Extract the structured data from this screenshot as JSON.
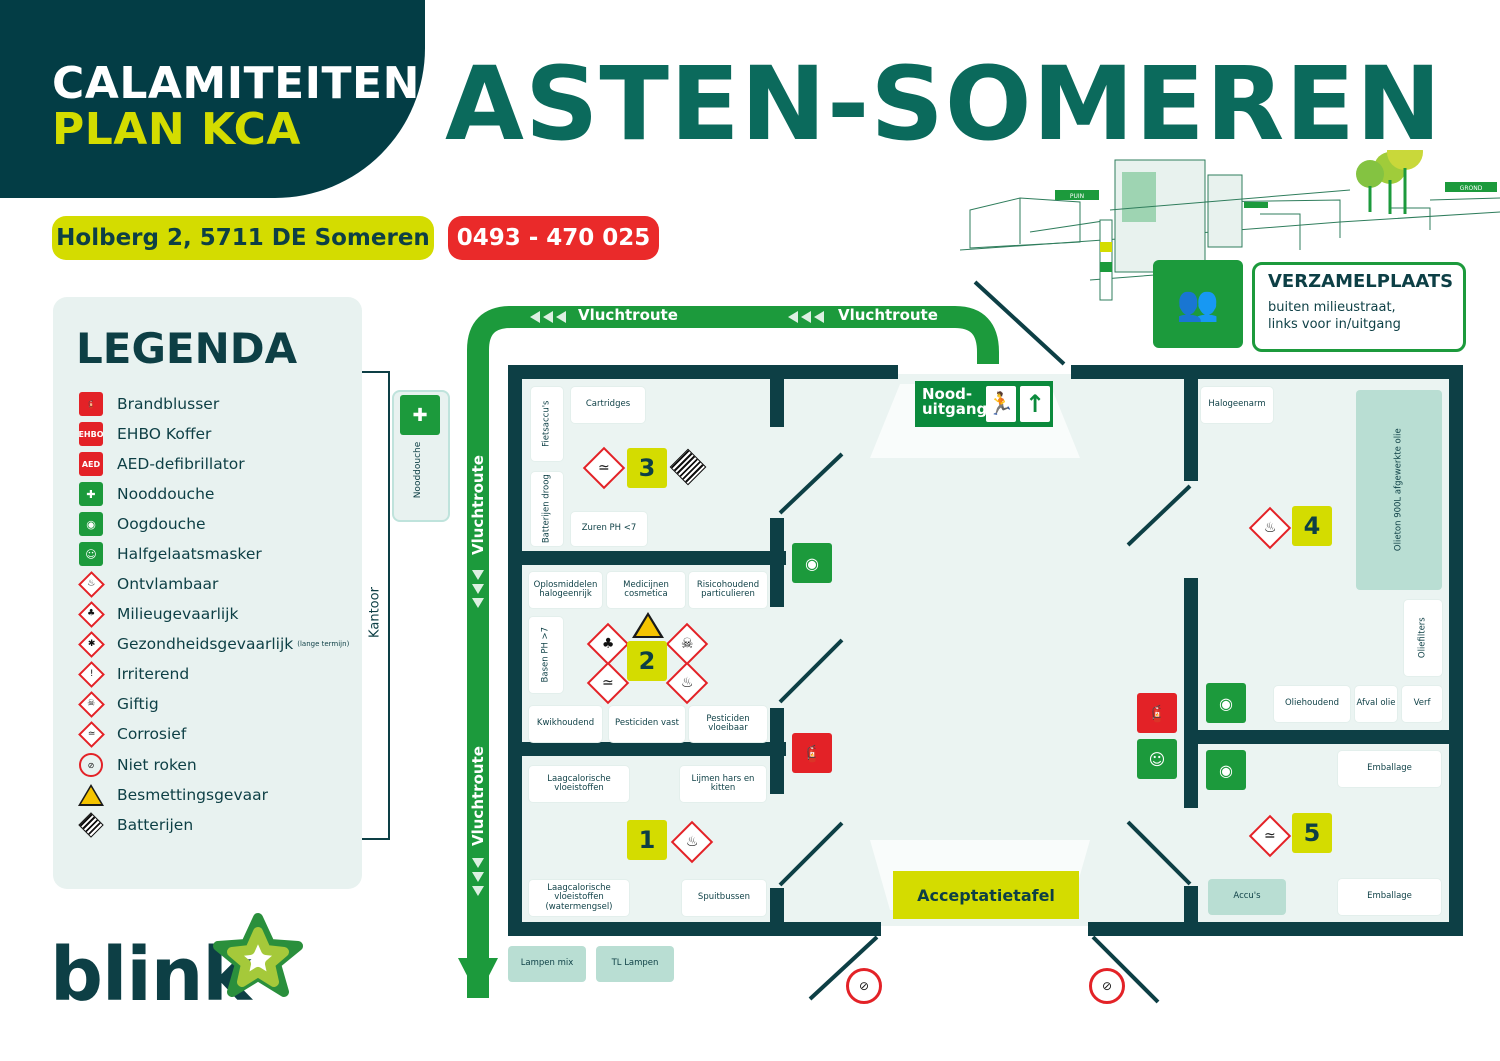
{
  "header": {
    "title_line1": "CALAMITEITEN",
    "title_line2": "PLAN KCA",
    "location": "ASTEN-SOMEREN"
  },
  "contact": {
    "address": "Holberg 2, 5711 DE Someren",
    "phone": "0493 - 470 025"
  },
  "legend": {
    "title": "LEGENDA",
    "items": [
      {
        "label": "Brandblusser",
        "icon": "fire-extinguisher-icon"
      },
      {
        "label": "EHBO Koffer",
        "icon": "first-aid-kit-icon",
        "icon_text": "EHBO"
      },
      {
        "label": "AED-defibrillator",
        "icon": "aed-icon",
        "icon_text": "AED"
      },
      {
        "label": "Nooddouche",
        "icon": "emergency-shower-icon"
      },
      {
        "label": "Oogdouche",
        "icon": "eye-shower-icon"
      },
      {
        "label": "Halfgelaatsmasker",
        "icon": "half-mask-icon"
      },
      {
        "label": "Ontvlambaar",
        "icon": "flammable-icon"
      },
      {
        "label": "Milieugevaarlijk",
        "icon": "environmental-hazard-icon"
      },
      {
        "label": "Gezondheidsgevaarlijk",
        "small": "(lange termijn)",
        "icon": "health-hazard-icon"
      },
      {
        "label": "Irriterend",
        "icon": "irritant-icon"
      },
      {
        "label": "Giftig",
        "icon": "toxic-icon"
      },
      {
        "label": "Corrosief",
        "icon": "corrosive-icon"
      },
      {
        "label": "Niet roken",
        "icon": "no-smoking-icon"
      },
      {
        "label": "Besmettingsgevaar",
        "icon": "biohazard-icon"
      },
      {
        "label": "Batterijen",
        "icon": "battery-hazard-icon"
      }
    ]
  },
  "office": {
    "kantoor": "Kantoor",
    "nooddouche": "Nooddouche"
  },
  "routes": {
    "vluchtroute": "Vluchtroute"
  },
  "assembly": {
    "title": "VERZAMELPLAATS",
    "line1": "buiten milieustraat,",
    "line2": "links voor in/uitgang"
  },
  "exit": {
    "label_line1": "Nood-",
    "label_line2": "uitgang"
  },
  "acceptance": "Acceptatietafel",
  "scene_signs": {
    "puin": "PUIN",
    "grond": "GROND"
  },
  "zones": {
    "z1": {
      "num": "1",
      "cells": [
        "Laagcalorische vloeistoffen",
        "Lijmen hars en kitten",
        "Laagcalorische vloeistoffen (watermengsel)",
        "Spuitbussen"
      ]
    },
    "z2": {
      "num": "2",
      "cells": [
        "Oplosmiddelen halogeenrijk",
        "Medicijnen cosmetica",
        "Risicohoudend particulieren",
        "Basen PH >7",
        "Kwikhoudend",
        "Pesticiden vast",
        "Pesticiden vloeibaar"
      ]
    },
    "z3": {
      "num": "3",
      "cells": [
        "Cartridges",
        "Fietsaccu's",
        "Batterijen droog",
        "Zuren PH <7"
      ]
    },
    "z4": {
      "num": "4",
      "cells": [
        "Halogeenarm",
        "Olieton 900L afgewerkte olie",
        "Oliefilters",
        "Oliehoudend",
        "Afval olie",
        "Verf"
      ]
    },
    "z5": {
      "num": "5",
      "cells": [
        "Emballage",
        "Accu's",
        "Emballage"
      ]
    },
    "outside": [
      "Lampen mix",
      "TL Lampen"
    ]
  },
  "brand": {
    "name": "blink"
  },
  "colors": {
    "dark_teal": "#033d45",
    "lime": "#d4dc00",
    "red": "#ea2a2a",
    "route_green": "#1c9a3c",
    "title_green": "#0b6a5c"
  }
}
